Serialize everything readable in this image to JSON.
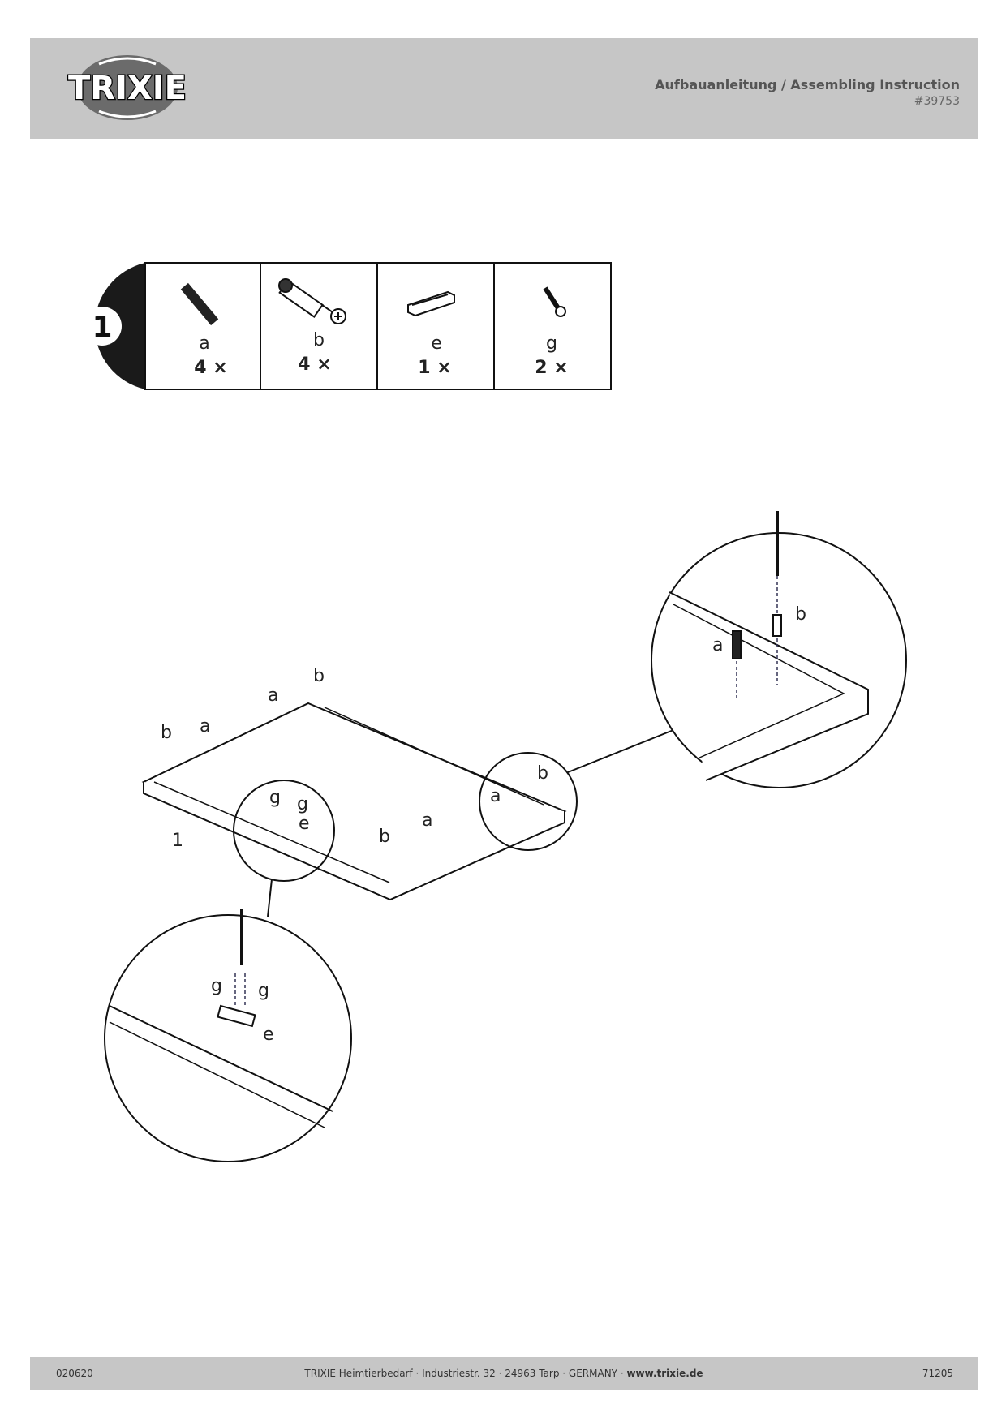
{
  "header": {
    "logo_text": "TRIXIE",
    "title": "Aufbauanleitung / Assembling Instruction",
    "article_number": "#39753"
  },
  "step": {
    "number": "1",
    "parts": [
      {
        "letter": "a",
        "quantity": "4 ×",
        "icon": "dowel-icon"
      },
      {
        "letter": "b",
        "quantity": "4 ×",
        "icon": "cam-bolt-icon"
      },
      {
        "letter": "e",
        "quantity": "1 ×",
        "icon": "bracket-icon"
      },
      {
        "letter": "g",
        "quantity": "2 ×",
        "icon": "screw-icon"
      }
    ]
  },
  "diagram": {
    "panel_label": "1",
    "labels": {
      "a": "a",
      "b": "b",
      "e": "e",
      "g": "g"
    }
  },
  "footer": {
    "left_code": "020620",
    "address": "TRIXIE Heimtierbedarf · Industriestr. 32 · 24963 Tarp · GERMANY · ",
    "website": "www.trixie.de",
    "right_code": "71205"
  }
}
